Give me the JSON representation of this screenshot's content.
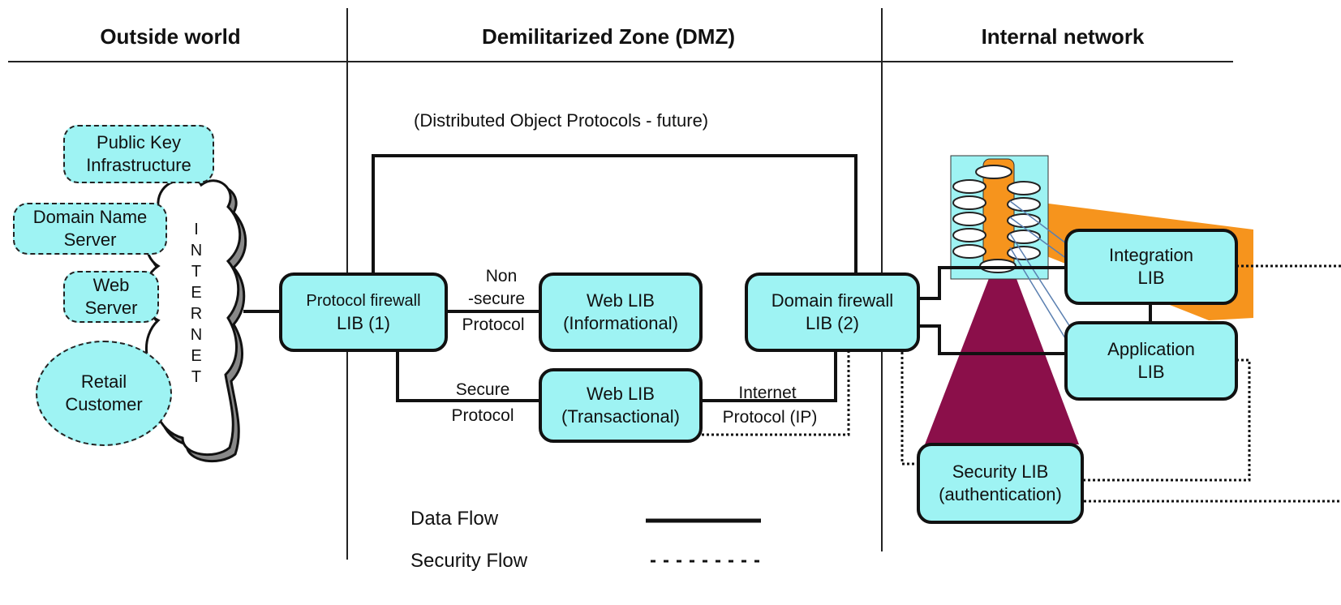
{
  "zones": {
    "outside": "Outside world",
    "dmz": "Demilitarized Zone (DMZ)",
    "internal": "Internal network"
  },
  "external": {
    "pki": [
      "Public Key",
      "Infrastructure"
    ],
    "dns": [
      "Domain Name",
      "Server"
    ],
    "web_server": [
      "Web",
      "Server"
    ],
    "retail": [
      "Retail",
      "Customer"
    ],
    "internet_letters": [
      "I",
      "N",
      "T",
      "E",
      "R",
      "N",
      "E",
      "T"
    ]
  },
  "nodes": {
    "protocol_firewall": [
      "Protocol firewall",
      "LIB (1)"
    ],
    "web_info": [
      "Web LIB",
      "(Informational)"
    ],
    "web_trans": [
      "Web LIB",
      "(Transactional)"
    ],
    "domain_firewall": [
      "Domain firewall",
      "LIB (2)"
    ],
    "integration": [
      "Integration",
      "LIB"
    ],
    "application": [
      "Application",
      "LIB"
    ],
    "security": [
      "Security LIB",
      "(authentication)"
    ]
  },
  "edge_labels": {
    "distributed": "(Distributed Object Protocols - future)",
    "nonsecure": [
      "Non",
      "-secure",
      "Protocol"
    ],
    "secure": [
      "Secure",
      "Protocol"
    ],
    "ip": [
      "Internet",
      "Protocol (IP)"
    ]
  },
  "legend": {
    "data_flow": "Data Flow",
    "security_flow": "Security Flow"
  },
  "colors": {
    "box_fill": "#9ef3f3",
    "orange": "#f6941d",
    "maroon": "#8b0f4a"
  }
}
